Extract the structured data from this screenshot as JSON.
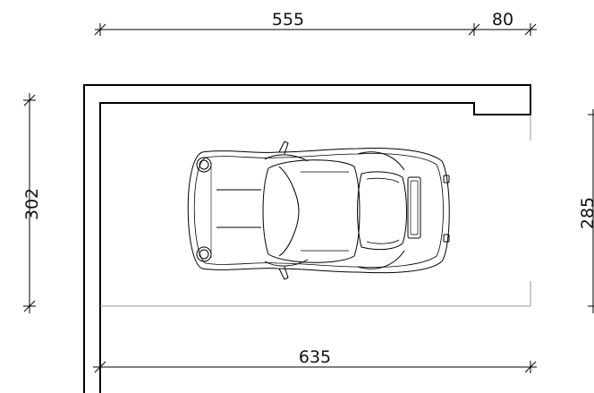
{
  "dimensions": {
    "top_main": "555",
    "top_small": "80",
    "left_vertical": "302",
    "right_vertical": "285",
    "bottom": "635"
  },
  "colors": {
    "line": "#000000",
    "light_line": "#9a9a9a",
    "background": "#ffffff"
  }
}
